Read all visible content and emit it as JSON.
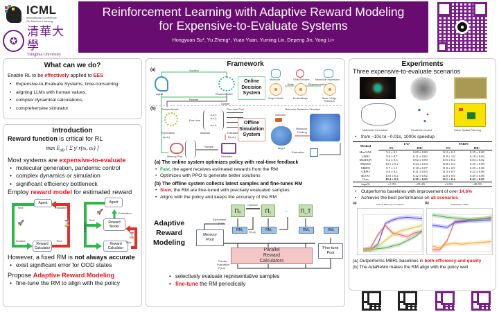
{
  "header": {
    "conference_logo": {
      "name": "ICML",
      "subtitle_line1": "International Conference",
      "subtitle_line2": "On Machine Learning"
    },
    "university_logo": {
      "chinese": "清華大學",
      "english": "Tsinghua University"
    },
    "title_line1": "Reinforcement Learning with Adaptive Reward Modeling",
    "title_line2": "for Expensive-to-Evaluate Systems",
    "authors": "Hongyuan Su*, Yu Zheng*, Yuan Yuan, Yuming Lin, Depeng Jin, Yong Li+",
    "colors": {
      "banner": "#690c6f",
      "accent_red": "#e8141a",
      "accent_green": "#1aa33a"
    },
    "qr_icon": "github-icon"
  },
  "what": {
    "title": "What can we do?",
    "lead_pre": "Enable RL to be ",
    "lead_em1": "effectively",
    "lead_mid": " applied to ",
    "lead_em2": "EES",
    "bullets": [
      "Expensive-to-Evaluate Systems, time-consuming",
      "aligning LLMs with human values,",
      "complex dynamical calculations,",
      "comprehensive simulator"
    ]
  },
  "intro": {
    "title": "Introduction",
    "reward_bold": "Reward function",
    "reward_rest": " is critical for RL",
    "formula": "max_θ E_{πθ} [ Σ_{t=0}^{T} γ^t r(s_t, a_t) ]",
    "formula_display": "max E",
    "formula_sub": "θ",
    "formula_sub2": "πθ",
    "formula_body": "[ Σ γᵗ r(sₜ, aₜ) ]",
    "most_pre": "Most systems are ",
    "most_em": "expensive-to-evaluate",
    "bullets1": [
      "molecular generation, pandemic control",
      "complex dynamics or simulation",
      "significant efficiency bottleneck"
    ],
    "employ_pre": "Employ ",
    "employ_em": "reward model",
    "employ_post": " for estimated reward",
    "diagram_left": {
      "agent": "Agent",
      "calc": "Reward Calculator",
      "t1": "Time",
      "t2": "Time",
      "eval": "Evaluation",
      "sol": "Solution"
    },
    "diagram_right": {
      "agent": "Agent",
      "rm": "Reward Model",
      "calc": "Reward Calculator",
      "t1": "Time",
      "t2": "Time",
      "est": "Estimation",
      "sol": "Solution",
      "fine": "Finetune"
    },
    "however_pre": "However, a fixed RM is ",
    "however_bold": "not always accurate",
    "bullets2": [
      "exist significant error for OOD states"
    ],
    "propose_pre": "Propose ",
    "propose_em": "Adaptive Reward Modeling",
    "bullets3": [
      "fine-tune the RM to align with the policy"
    ]
  },
  "framework": {
    "title": "Framework",
    "fig_a": {
      "label": "(a)",
      "solution": "Solution",
      "reward": "Reward",
      "update": "Update",
      "agent": "Agent",
      "reward_model": "Reward Model",
      "system_line1": "Online",
      "system_line2": "Decision",
      "system_line3": "System",
      "molecule": "Molecule",
      "gnn": "GNN Encoder",
      "expansion": "Molecular expansion",
      "state": "State",
      "representation": "Representation",
      "graph_model": "Graph Model",
      "embeddings": "Embeddings",
      "selection": "Node / Edge Selection"
    },
    "fig_b": {
      "label": "(b)",
      "reward_model": "Reward Model",
      "fine_tune": "Fine-tune",
      "fine_tune_pool": "Fine-tune Pool",
      "exploration": "Exploration",
      "exploration_sub": "(sₜ,aₜ)",
      "evaluation": "Evaluation",
      "evaluation_sub": "f(sₜ,aₜ)",
      "memory_pool": "Memory Pool",
      "sample": "Sample",
      "simulator": "Simulator",
      "system_line1": "Offline",
      "system_line2": "Simulation",
      "system_line3": "System",
      "mds": "Molecular Dynamics Simulator",
      "molecule": "molecule",
      "docking_line1": "Molecular",
      "docking_line2": "Docking",
      "target": "target",
      "evaluation2": "Evaluation"
    },
    "a_head": "(a) The online system optimizes policy with real-time feedback",
    "a_b1_em": "Fast",
    "a_b1_rest": ", the agent receives estimated rewards from the RM",
    "a_b2": "Optimizes with PPO to generate better solutions",
    "b_head": "(b) The offline system collects latest samples and fine-tunes RM",
    "b_b1_em": "Slow",
    "b_b1_rest": ", the RM are fine-tuned with precisely evaluated samples",
    "b_b2": "Aligns with the policy and keeps the accuracy of the RM",
    "arm": {
      "title_line1": "Adaptive",
      "title_line2": "Reward",
      "title_line3": "Modeling",
      "pi0": "Π₀",
      "pi1": "Π₁",
      "dots": "...",
      "piT": "Π_T",
      "optimize": "Optimize",
      "exploration": "Exploration",
      "exploration_sub": "(s,a)",
      "f_label": "F(s,a)",
      "rm0a": "RM₀",
      "rm0b": "RM₀",
      "rm0c": "RM₀",
      "rm1": "RM₁",
      "memory_line1": "Memory",
      "memory_line2": "Pool",
      "prc_line1": "Parallel",
      "prc_line2": "Reward",
      "prc_line3": "Calculators",
      "ft_line1": "Fine-tune",
      "ft_line2": "Pool",
      "precise1": "Precise",
      "precise2": "Evaluation",
      "precise3": "F(s,a)"
    },
    "arm_b1": "selectively evaluate representative samples",
    "arm_b2_em": "fine-tune",
    "arm_b2_rest": " the RM periodically"
  },
  "experiments": {
    "title": "Experiments",
    "subtitle": "Three expensive-to-evaluate scenarios",
    "scenarios": [
      "Molecular Generation",
      "Pandemic Control",
      "Urban Spatial Planning"
    ],
    "speedup": "from ~10s to ~0.01s, 1000x speedup",
    "table": {
      "col_method": "Method",
      "group1": "FA7",
      "group2": "PARP1",
      "sub": [
        "TS↑",
        "HR↑",
        "TS↑",
        "HR↑"
      ],
      "rows": [
        {
          "method": "HierVAE",
          "v": [
            "9.4 ± 0.1",
            "0.00 ± 0.00",
            "12.2 ± 0.1",
            "0.25 ± 0.00"
          ]
        },
        {
          "method": "LIMO",
          "v": [
            "9.8 ± 0.7",
            "0.11 ± 0.02",
            "11.9 ± 1.0",
            "0.18 ± 0.04"
          ]
        },
        {
          "method": "MolDQN",
          "v": [
            "8.2 ± 0.3",
            "0.02 ± 0.00",
            "10.5 ± 0.2",
            "0.04 ± 0.02"
          ]
        },
        {
          "method": "FREED",
          "v": [
            "10.1 ± 0.2",
            "0.23 ± 0.04",
            "12.8 ± 0.3",
            "0.35 ± 0.09"
          ]
        },
        {
          "method": "MBPO",
          "v": [
            "9.7 ± 1.1",
            "0.18 ± 0.07",
            "11.0 ± 0.9",
            "0.20 ± 0.08"
          ]
        },
        {
          "method": "GRPO",
          "v": [
            "9.6 ± 0.2",
            "0.21 ± 0.03",
            "11.3 ± 0.5",
            "0.22 ± 0.06"
          ]
        },
        {
          "method": "RLOO",
          "v": [
            "10.0 ± 0.4",
            "0.22 ± 0.02",
            "12.0 ± 0.6",
            "0.29 ± 0.06"
          ]
        },
        {
          "method": "Ours",
          "v": [
            "10.4 ± 0.2",
            "0.29 ± 0.03",
            "13.1 ± 0.4",
            "0.42 ± 0.05"
          ]
        },
        {
          "method": "impr%",
          "v": [
            "+1.9%",
            "+19.4%",
            "+1.6%",
            "+20.0%"
          ]
        }
      ]
    },
    "b1_pre": "Outperforms baselines with improvement of over ",
    "b1_em": "14.6%",
    "b2_pre": "Achieves the best performance on ",
    "b2_em": "all scenarios",
    "plot_a": {
      "label": "(a)",
      "title": "Training Efficiency Comparison"
    },
    "plot_b": {
      "label": "(b)",
      "title": "Adaptability of RMs"
    },
    "cap_a_pre": "(a) Outperforms MBRL baselines in ",
    "cap_a_em": "both efficiency and quality",
    "cap_b": "(b) The AdaReMo makes the RM align with the policy well"
  },
  "chart_data": [
    {
      "type": "line",
      "title": "Training Efficiency Comparison",
      "xlabel": "Time (min)",
      "ylabel": "Docking Score",
      "legend_position": "top-left",
      "series": [
        {
          "name": "Ours",
          "color": "#4a4ae8",
          "values": [
            0.05,
            0.05,
            0.2,
            0.75,
            0.85,
            0.9,
            0.92,
            0.9,
            0.88
          ]
        },
        {
          "name": "MBPO",
          "color": "#e85a5a",
          "values": [
            0.05,
            0.1,
            0.45,
            0.7,
            0.5,
            0.45,
            0.4,
            0.5,
            0.55
          ]
        },
        {
          "name": "RLOO",
          "color": "#4aa84a",
          "values": [
            0.05,
            0.05,
            0.08,
            0.1,
            0.15,
            0.2,
            0.3,
            0.4,
            0.55
          ]
        },
        {
          "name": "GRPO",
          "color": "#d8c83a",
          "values": [
            0.05,
            0.05,
            0.15,
            0.3,
            0.45,
            0.55,
            0.6,
            0.65,
            0.7
          ]
        }
      ]
    },
    {
      "type": "line",
      "title": "Adaptability of RMs",
      "xlabel": "Iteration",
      "ylabel": "Docking Score",
      "legend_position": "bottom-right",
      "series": [
        {
          "name": "f",
          "color": "#e85a5a",
          "values": [
            0.05,
            0.05,
            0.3,
            0.8,
            0.82,
            0.85,
            0.87,
            0.88,
            0.9
          ]
        },
        {
          "name": "RM(0)",
          "color": "#f0a830",
          "values": [
            0.15,
            0.1,
            0.2,
            0.22,
            0.2,
            0.22,
            0.24,
            0.25,
            0.27
          ]
        },
        {
          "name": "RM(30)",
          "color": "#4a4ae8",
          "values": [
            0.7,
            0.68,
            0.65,
            0.78,
            0.8,
            0.82,
            0.82,
            0.84,
            0.85
          ]
        },
        {
          "name": "RM(60)",
          "color": "#4aa84a",
          "values": [
            0.98,
            0.95,
            0.92,
            0.9,
            0.88,
            0.86,
            0.86,
            0.88,
            0.92
          ]
        }
      ]
    }
  ]
}
